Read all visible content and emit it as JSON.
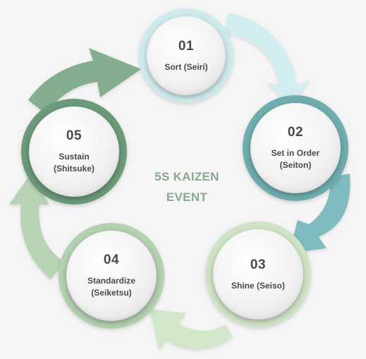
{
  "center": {
    "line1": "5S KAIZEN",
    "line2": "EVENT"
  },
  "steps": [
    {
      "number": "01",
      "label": "Sort (Seiri)",
      "ring_color": "#cfeaed"
    },
    {
      "number": "02",
      "label": "Set in Order\n(Seiton)",
      "ring_color": "#6fadaf"
    },
    {
      "number": "03",
      "label": "Shine (Seiso)",
      "ring_color": "#cfe3c6"
    },
    {
      "number": "04",
      "label": "Standardize\n(Seiketsu)",
      "ring_color": "#b3d0b0"
    },
    {
      "number": "05",
      "label": "Sustain\n(Shitsuke)",
      "ring_color": "#6b9a7a"
    }
  ],
  "arrow_colors": [
    "#d3eef0",
    "#7fbcbf",
    "#d2e6c9",
    "#b8d3b5",
    "#85ad8f"
  ]
}
